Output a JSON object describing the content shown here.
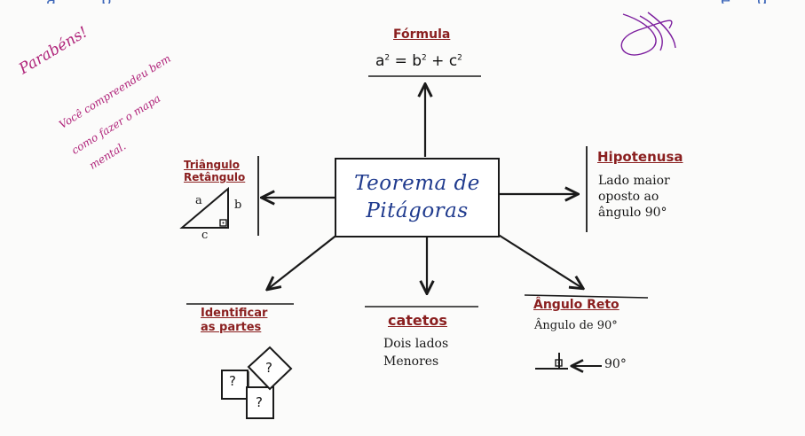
{
  "top_text": {
    "left_fragment_a": "a",
    "left_fragment_b": "p",
    "right_fragment_a": "e",
    "right_fragment_b": "g"
  },
  "center": {
    "line1": "Teorema de",
    "line2": "Pitágoras"
  },
  "nodes": {
    "formula": {
      "heading": "Fórmula",
      "base1": "a",
      "eq": "=",
      "base2": "b",
      "plus": "+",
      "base3": "c",
      "exp": "2"
    },
    "hypotenuse": {
      "heading": "Hipotenusa",
      "lines": [
        "Lado maior",
        "oposto ao",
        "ângulo 90°"
      ]
    },
    "right_triangle": {
      "heading_line1": "Triângulo",
      "heading_line2": "Retângulo",
      "label_a": "a",
      "label_b": "b",
      "label_c": "c"
    },
    "identify": {
      "heading_line1": "Identificar",
      "heading_line2": "as partes",
      "box_symbol": "?"
    },
    "legs": {
      "heading": "catetos",
      "lines": [
        "Dois lados",
        "Menores"
      ]
    },
    "right_angle": {
      "heading": "Ângulo Reto",
      "line1": "Ângulo de 90°",
      "arrow_label": "90°"
    }
  },
  "note": {
    "line1": "Parabéns!",
    "line2": "Você compreendeu bem",
    "line3": "como fazer o mapa",
    "line4": "mental."
  },
  "colors": {
    "title_blue": "#203b8e",
    "heading_red": "#8a1f1f",
    "annotation_magenta": "#b0247a"
  }
}
